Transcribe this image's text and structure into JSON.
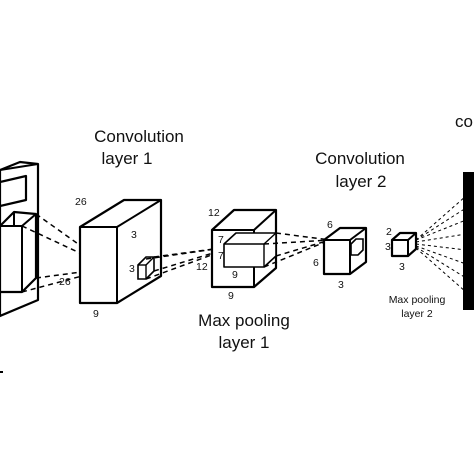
{
  "labels": {
    "conv1_line1": "Convolution",
    "conv1_line2": "layer 1",
    "conv2_line1": "Convolution",
    "conv2_line2": "layer 2",
    "pool1_line1": "Max pooling",
    "pool1_line2": "layer 1",
    "pool2_line1": "Max pooling",
    "pool2_line2": "layer 2",
    "conv3_partial": "co"
  },
  "dims": {
    "conv1_height": "26",
    "conv1_width_left": "26",
    "conv1_depth": "9",
    "conv1_kernel_a": "3",
    "conv1_kernel_b": "3",
    "pool1_height_top": "12",
    "pool1_height_left": "12",
    "pool1_depth": "9",
    "pool1_inner_a": "7",
    "pool1_inner_b": "7",
    "pool1_inner_c": "9",
    "conv2_height": "6",
    "conv2_width": "6",
    "conv2_depth": "3",
    "pool2_height": "2",
    "pool2_depth": "3",
    "pool2_side": "3"
  },
  "colors": {
    "stroke": "#000000",
    "background": "#ffffff"
  }
}
